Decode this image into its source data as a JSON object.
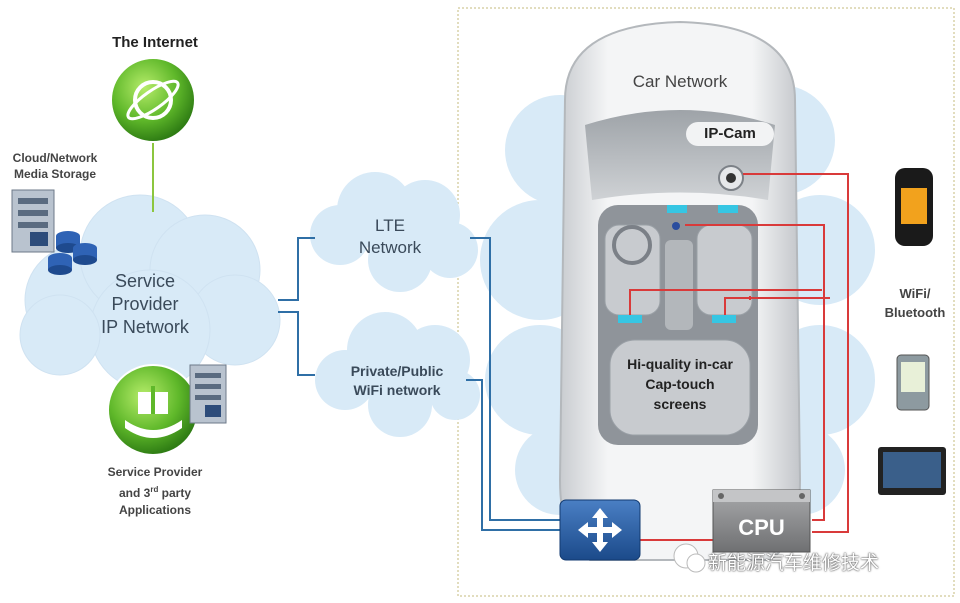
{
  "internet": {
    "title": "The Internet"
  },
  "storage": {
    "label_line1": "Cloud/Network",
    "label_line2": "Media Storage"
  },
  "service_cloud": {
    "line1": "Service",
    "line2": "Provider",
    "line3": "IP Network"
  },
  "apps": {
    "line1": "Service Provider",
    "line2_a": "and 3",
    "line2_sup": "rd",
    "line2_b": " party",
    "line3": "Applications"
  },
  "lte_cloud": {
    "line1": "LTE",
    "line2": "Network"
  },
  "wifi_cloud": {
    "line1": "Private/Public",
    "line2": "WiFi network"
  },
  "car": {
    "title": "Car Network",
    "ipcam": "IP-Cam",
    "screens_line1": "Hi-quality in-car",
    "screens_line2": "Cap-touch",
    "screens_line3": "screens",
    "cpu": "CPU"
  },
  "devices": {
    "label_line1": "WiFi/",
    "label_line2": "Bluetooth"
  },
  "watermark": {
    "text": "新能源汽车维修技术"
  },
  "colors": {
    "red_wire": "#d93a3a",
    "blue_wire": "#2f6fa6",
    "green_globe": "#5fb82a",
    "cloud": "#d8eaf7"
  }
}
